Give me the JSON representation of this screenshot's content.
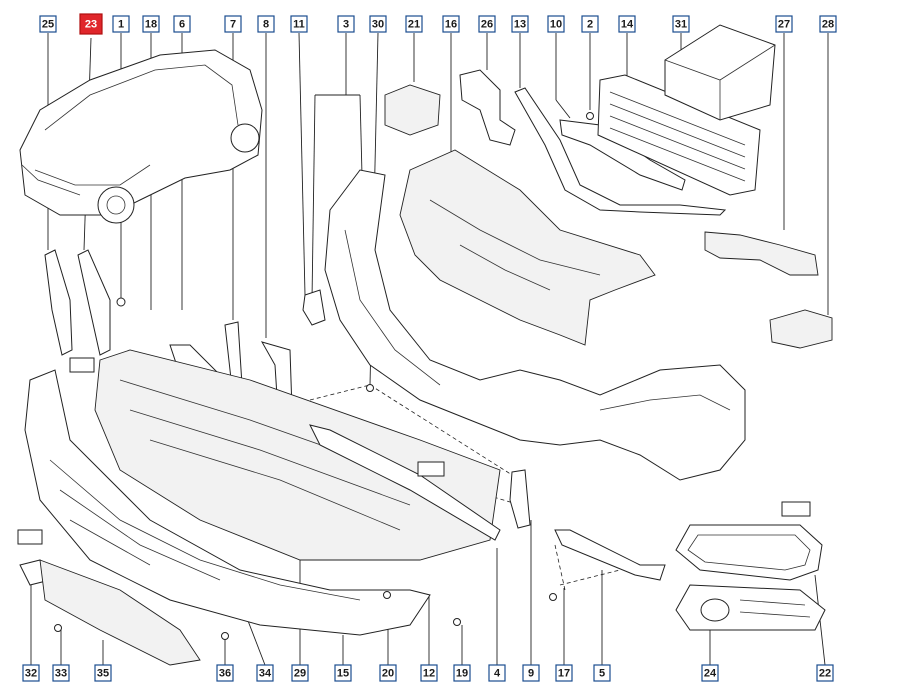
{
  "diagram": {
    "highlighted_callout": "23",
    "callouts_top": [
      "25",
      "23",
      "1",
      "18",
      "6",
      "7",
      "8",
      "11",
      "3",
      "30",
      "21",
      "16",
      "26",
      "13",
      "10",
      "2",
      "14",
      "31",
      "27",
      "28"
    ],
    "callouts_bottom": [
      "32",
      "33",
      "35",
      "36",
      "34",
      "29",
      "15",
      "20",
      "12",
      "19",
      "4",
      "9",
      "17",
      "5",
      "24",
      "22"
    ],
    "colors": {
      "highlight": "#e0262b",
      "callout_border": "#1a4d8f",
      "line": "#222222"
    }
  }
}
